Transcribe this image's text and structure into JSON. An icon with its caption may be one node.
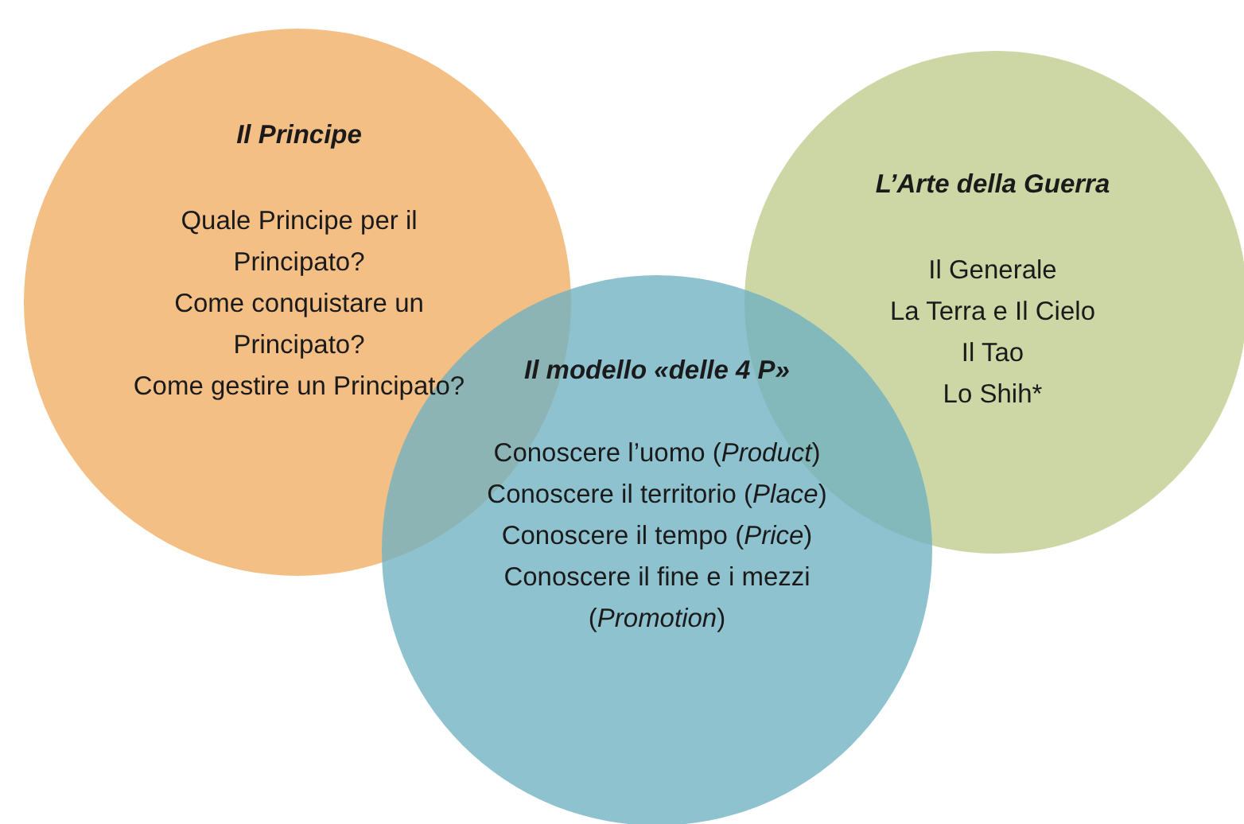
{
  "diagram": {
    "nodes": [
      {
        "text": [
          "Il Principe",
          "Quale Principe per il Principato?",
          "Come conquistare un Principato?",
          "Come gestire un Principato?"
        ]
      },
      {
        "text": [
          "L’Arte della Guerra",
          "Il Generale",
          "La Terra e Il Cielo",
          "Il Tao",
          "Lo Shih*"
        ]
      },
      {
        "text": [
          "Il modello «delle 4 P»",
          "Conoscere l’uomo (*Product*)",
          "Conoscere il territorio (*Place*)",
          "Conoscere il tempo (*Price*)",
          "Conoscere il fine e i mezzi (*Promotion*)"
        ]
      }
    ]
  }
}
